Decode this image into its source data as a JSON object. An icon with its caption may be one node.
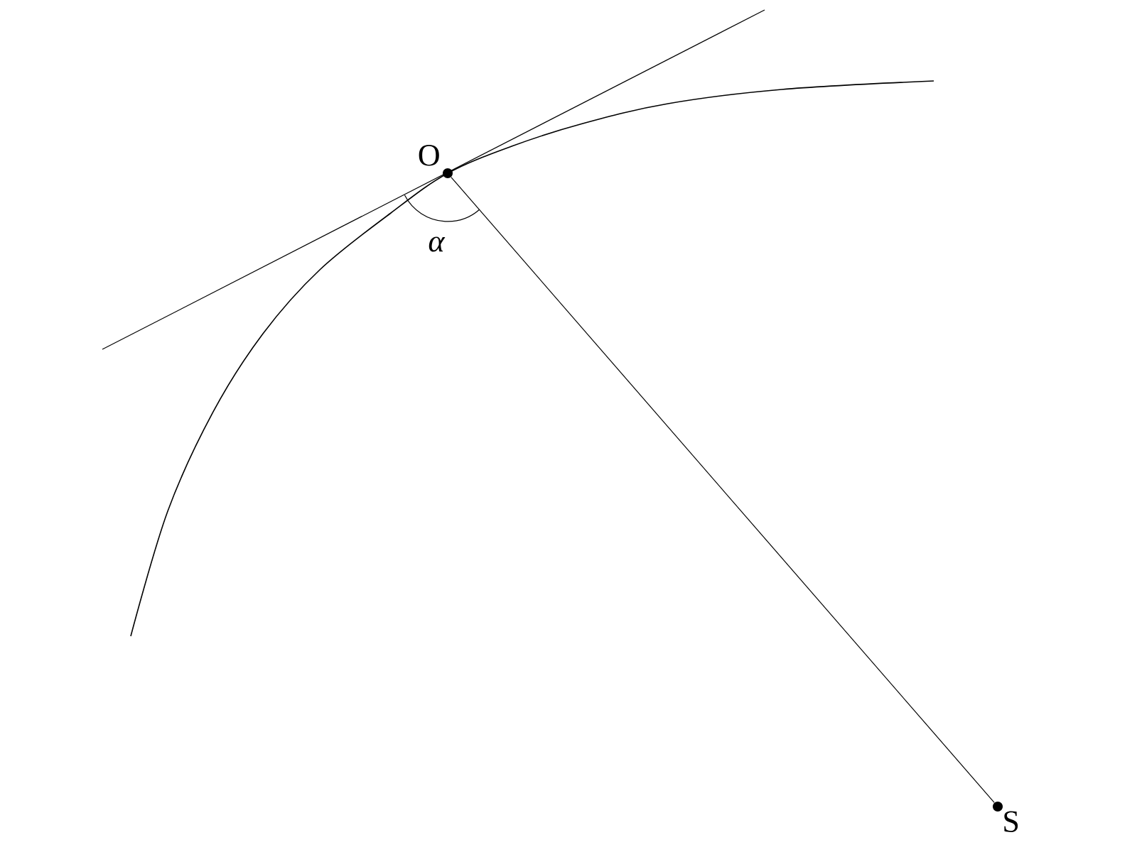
{
  "diagram": {
    "nodes": [
      {
        "text": [],
        "shape": "circle",
        "beside": [
          "O"
        ]
      },
      {
        "text": [],
        "shape": "circle",
        "beside": [
          "S"
        ]
      }
    ],
    "edges": [
      {
        "from": 0,
        "to": 1,
        "arrow": "none"
      }
    ],
    "labels": [
      "α"
    ]
  }
}
